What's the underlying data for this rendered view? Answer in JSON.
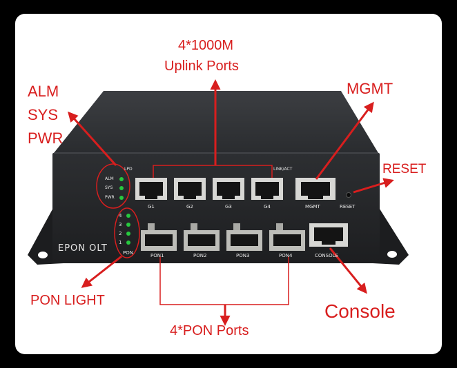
{
  "callouts": {
    "uplink_line1": "4*1000M",
    "uplink_line2": "Uplink Ports",
    "alm": "ALM",
    "sys": "SYS",
    "pwr": "PWR",
    "mgmt": "MGMT",
    "reset": "RESET",
    "pon_light": "PON LIGHT",
    "console": "Console",
    "pon_ports": "4*PON Ports"
  },
  "device": {
    "brand": "EPON OLT",
    "lpd": "LPD",
    "link_act": "LINK/ACT",
    "led_alm": "ALM",
    "led_sys": "SYS",
    "led_pwr": "PWR",
    "pon_led_4": "4",
    "pon_led_3": "3",
    "pon_led_2": "2",
    "pon_led_1": "1",
    "pon_label": "PON",
    "ports_g": [
      "G1",
      "G2",
      "G3",
      "G4"
    ],
    "mgmt_port": "MGMT",
    "reset_label": "RESET",
    "ports_pon": [
      "PON1",
      "PON2",
      "PON3",
      "PON4"
    ],
    "console_port": "CONSOLE"
  },
  "colors": {
    "callout_red": "#d81e1e",
    "chassis": "#2b2d30",
    "led_green": "#27c93f"
  }
}
